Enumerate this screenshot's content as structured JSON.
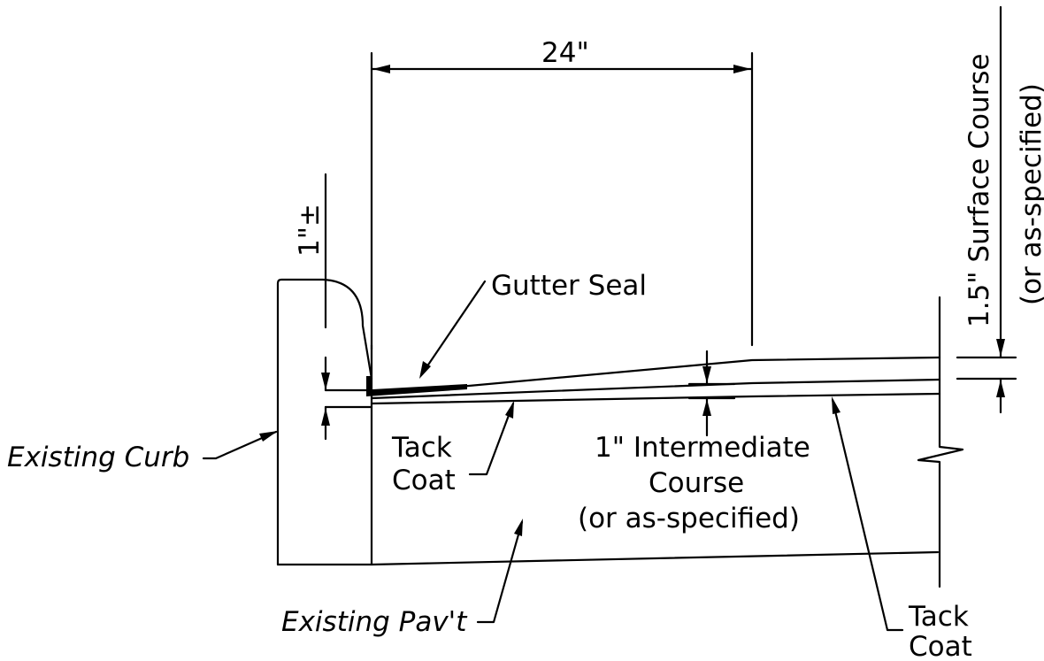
{
  "labels": {
    "dimension_width": "24\"",
    "dimension_step": "1\"±",
    "gutter_seal": "Gutter Seal",
    "existing_curb": "Existing Curb",
    "tack_coat_left_1": "Tack",
    "tack_coat_left_2": "Coat",
    "intermediate_1": "1\" Intermediate",
    "intermediate_2": "Course",
    "intermediate_3": "(or as-specified)",
    "existing_pavt": "Existing Pav't",
    "tack_coat_right_1": "Tack",
    "tack_coat_right_2": "Coat",
    "surface_1": "1.5\" Surface Course",
    "surface_2": "(or as-specified)"
  }
}
